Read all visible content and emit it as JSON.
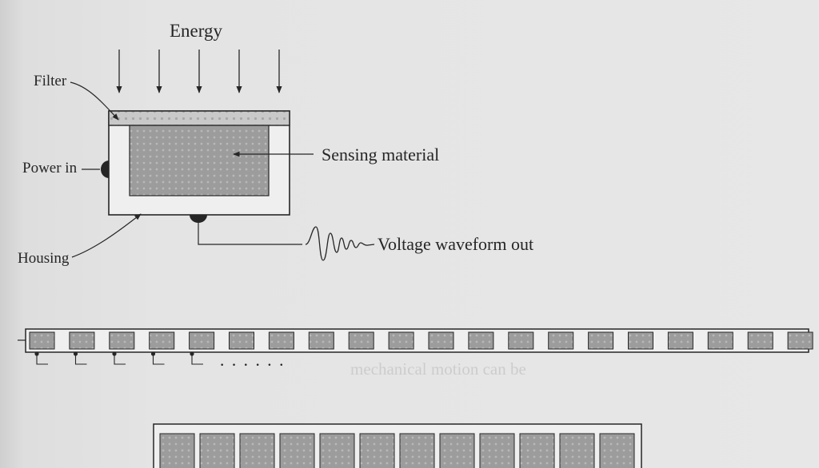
{
  "sensor_diagram": {
    "energy_label": "Energy",
    "filter_label": "Filter",
    "power_in_label": "Power in",
    "housing_label": "Housing",
    "sensing_material_label": "Sensing material",
    "voltage_out_label": "Voltage waveform out",
    "energy_arrow_count": 5
  },
  "line_sensor": {
    "cell_count": 20,
    "lead_count": 5,
    "ellipsis": "· · · · · ·"
  },
  "array_sensor": {
    "visible_cell_count": 12
  },
  "background_text": [
    "mechanical motion can be"
  ],
  "colors": {
    "ink": "#262626",
    "cell_fill": "#9a9a9a",
    "filter_fill": "#bdbdbd",
    "page": "#e4e4e4"
  }
}
